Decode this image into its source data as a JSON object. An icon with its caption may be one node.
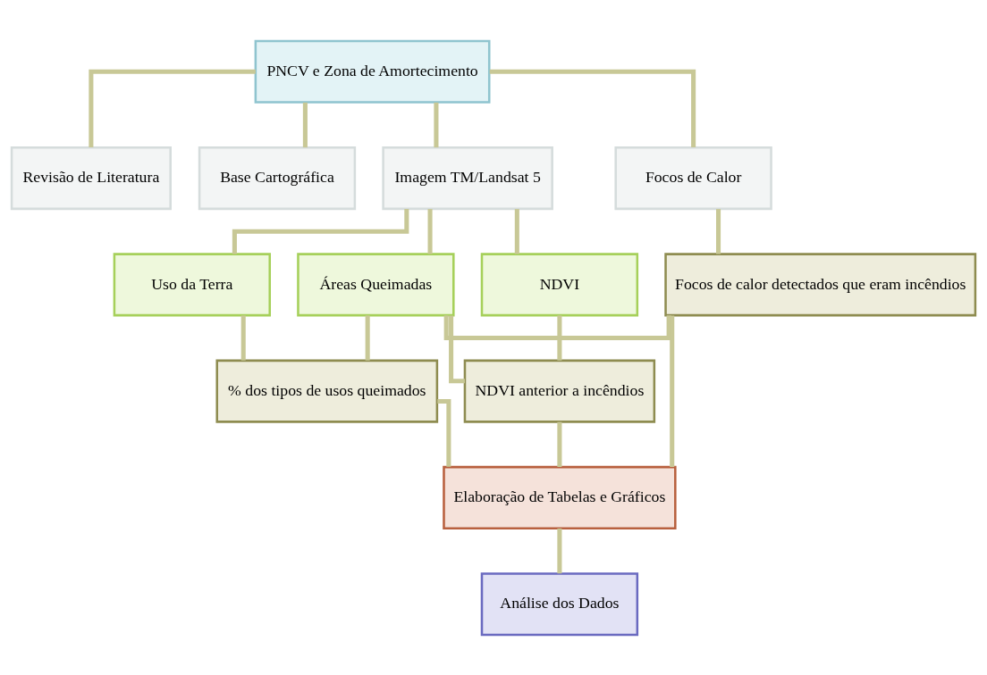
{
  "diagram": {
    "nodes": [
      {
        "text": [
          "PNCV e Zona de Amortecimento"
        ]
      },
      {
        "text": [
          "Revisão de Literatura"
        ]
      },
      {
        "text": [
          "Base Cartográfica"
        ]
      },
      {
        "text": [
          "Imagem TM/Landsat 5"
        ]
      },
      {
        "text": [
          "Focos de Calor"
        ]
      },
      {
        "text": [
          "Uso da Terra"
        ]
      },
      {
        "text": [
          "Áreas Queimadas"
        ]
      },
      {
        "text": [
          "NDVI"
        ]
      },
      {
        "text": [
          "Focos de calor detectados que eram incêndios"
        ]
      },
      {
        "text": [
          "% dos tipos de usos queimados"
        ]
      },
      {
        "text": [
          "NDVI anterior a incêndios"
        ]
      },
      {
        "text": [
          "Elaboração de Tabelas e Gráficos"
        ]
      },
      {
        "text": [
          "Análise dos Dados"
        ]
      }
    ],
    "edges": [
      {
        "from": 0,
        "to": 1,
        "arrow": "none"
      },
      {
        "from": 0,
        "to": 2,
        "arrow": "none"
      },
      {
        "from": 0,
        "to": 3,
        "arrow": "none"
      },
      {
        "from": 0,
        "to": 4,
        "arrow": "none"
      },
      {
        "from": 3,
        "to": 5,
        "arrow": "none"
      },
      {
        "from": 3,
        "to": 6,
        "arrow": "none"
      },
      {
        "from": 3,
        "to": 7,
        "arrow": "none"
      },
      {
        "from": 4,
        "to": 8,
        "arrow": "none"
      },
      {
        "from": 5,
        "to": 9,
        "arrow": "none"
      },
      {
        "from": 6,
        "to": 9,
        "arrow": "none"
      },
      {
        "from": 6,
        "to": 10,
        "arrow": "none"
      },
      {
        "from": 7,
        "to": 10,
        "arrow": "none"
      },
      {
        "from": 6,
        "to": 8,
        "arrow": "none"
      },
      {
        "from": 9,
        "to": 11,
        "arrow": "none"
      },
      {
        "from": 10,
        "to": 11,
        "arrow": "none"
      },
      {
        "from": 8,
        "to": 11,
        "arrow": "none"
      },
      {
        "from": 11,
        "to": 12,
        "arrow": "none"
      }
    ]
  }
}
